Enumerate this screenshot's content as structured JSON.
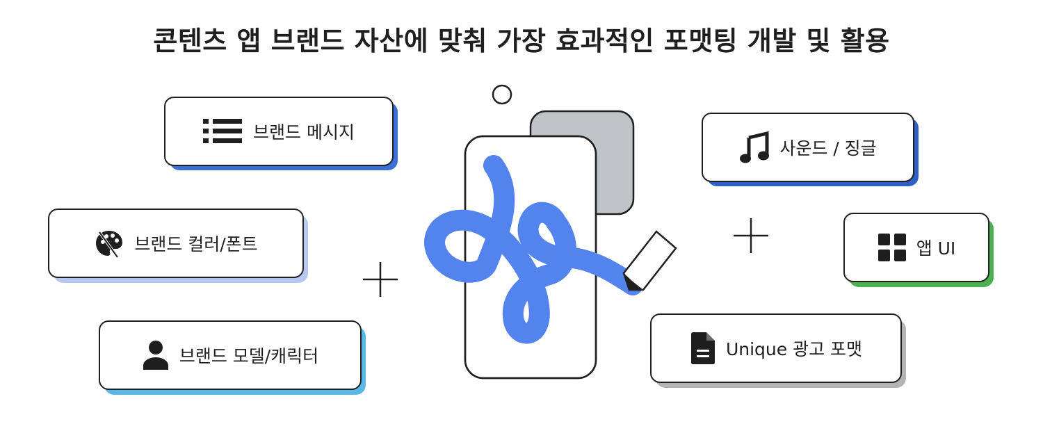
{
  "title": "콘텐츠 앱 브랜드 자산에 맞춰 가장 효과적인 포맷팅 개발 및 활용",
  "left_items": [
    {
      "label": "브랜드 메시지",
      "icon": "list-icon",
      "shadow_color": "#3b6fd6"
    },
    {
      "label": "브랜드 컬러/폰트",
      "icon": "palette-icon",
      "shadow_color": "#b8c7ef"
    },
    {
      "label": "브랜드 모델/캐릭터",
      "icon": "person-icon",
      "shadow_color": "#5bb8e6"
    }
  ],
  "right_items": [
    {
      "label": "사운드 / 징글",
      "icon": "music-note-icon",
      "shadow_color": "#2f5fc4"
    },
    {
      "label": "앱 UI",
      "icon": "app-grid-icon",
      "shadow_color": "#4caf50"
    },
    {
      "label": "Unique 광고 포맷",
      "icon": "document-icon",
      "shadow_color": "#b3b3b3"
    }
  ],
  "colors": {
    "accent_blue": "#5383ec",
    "card_gray": "#c0c4c9",
    "ink": "#1f1f1f"
  }
}
